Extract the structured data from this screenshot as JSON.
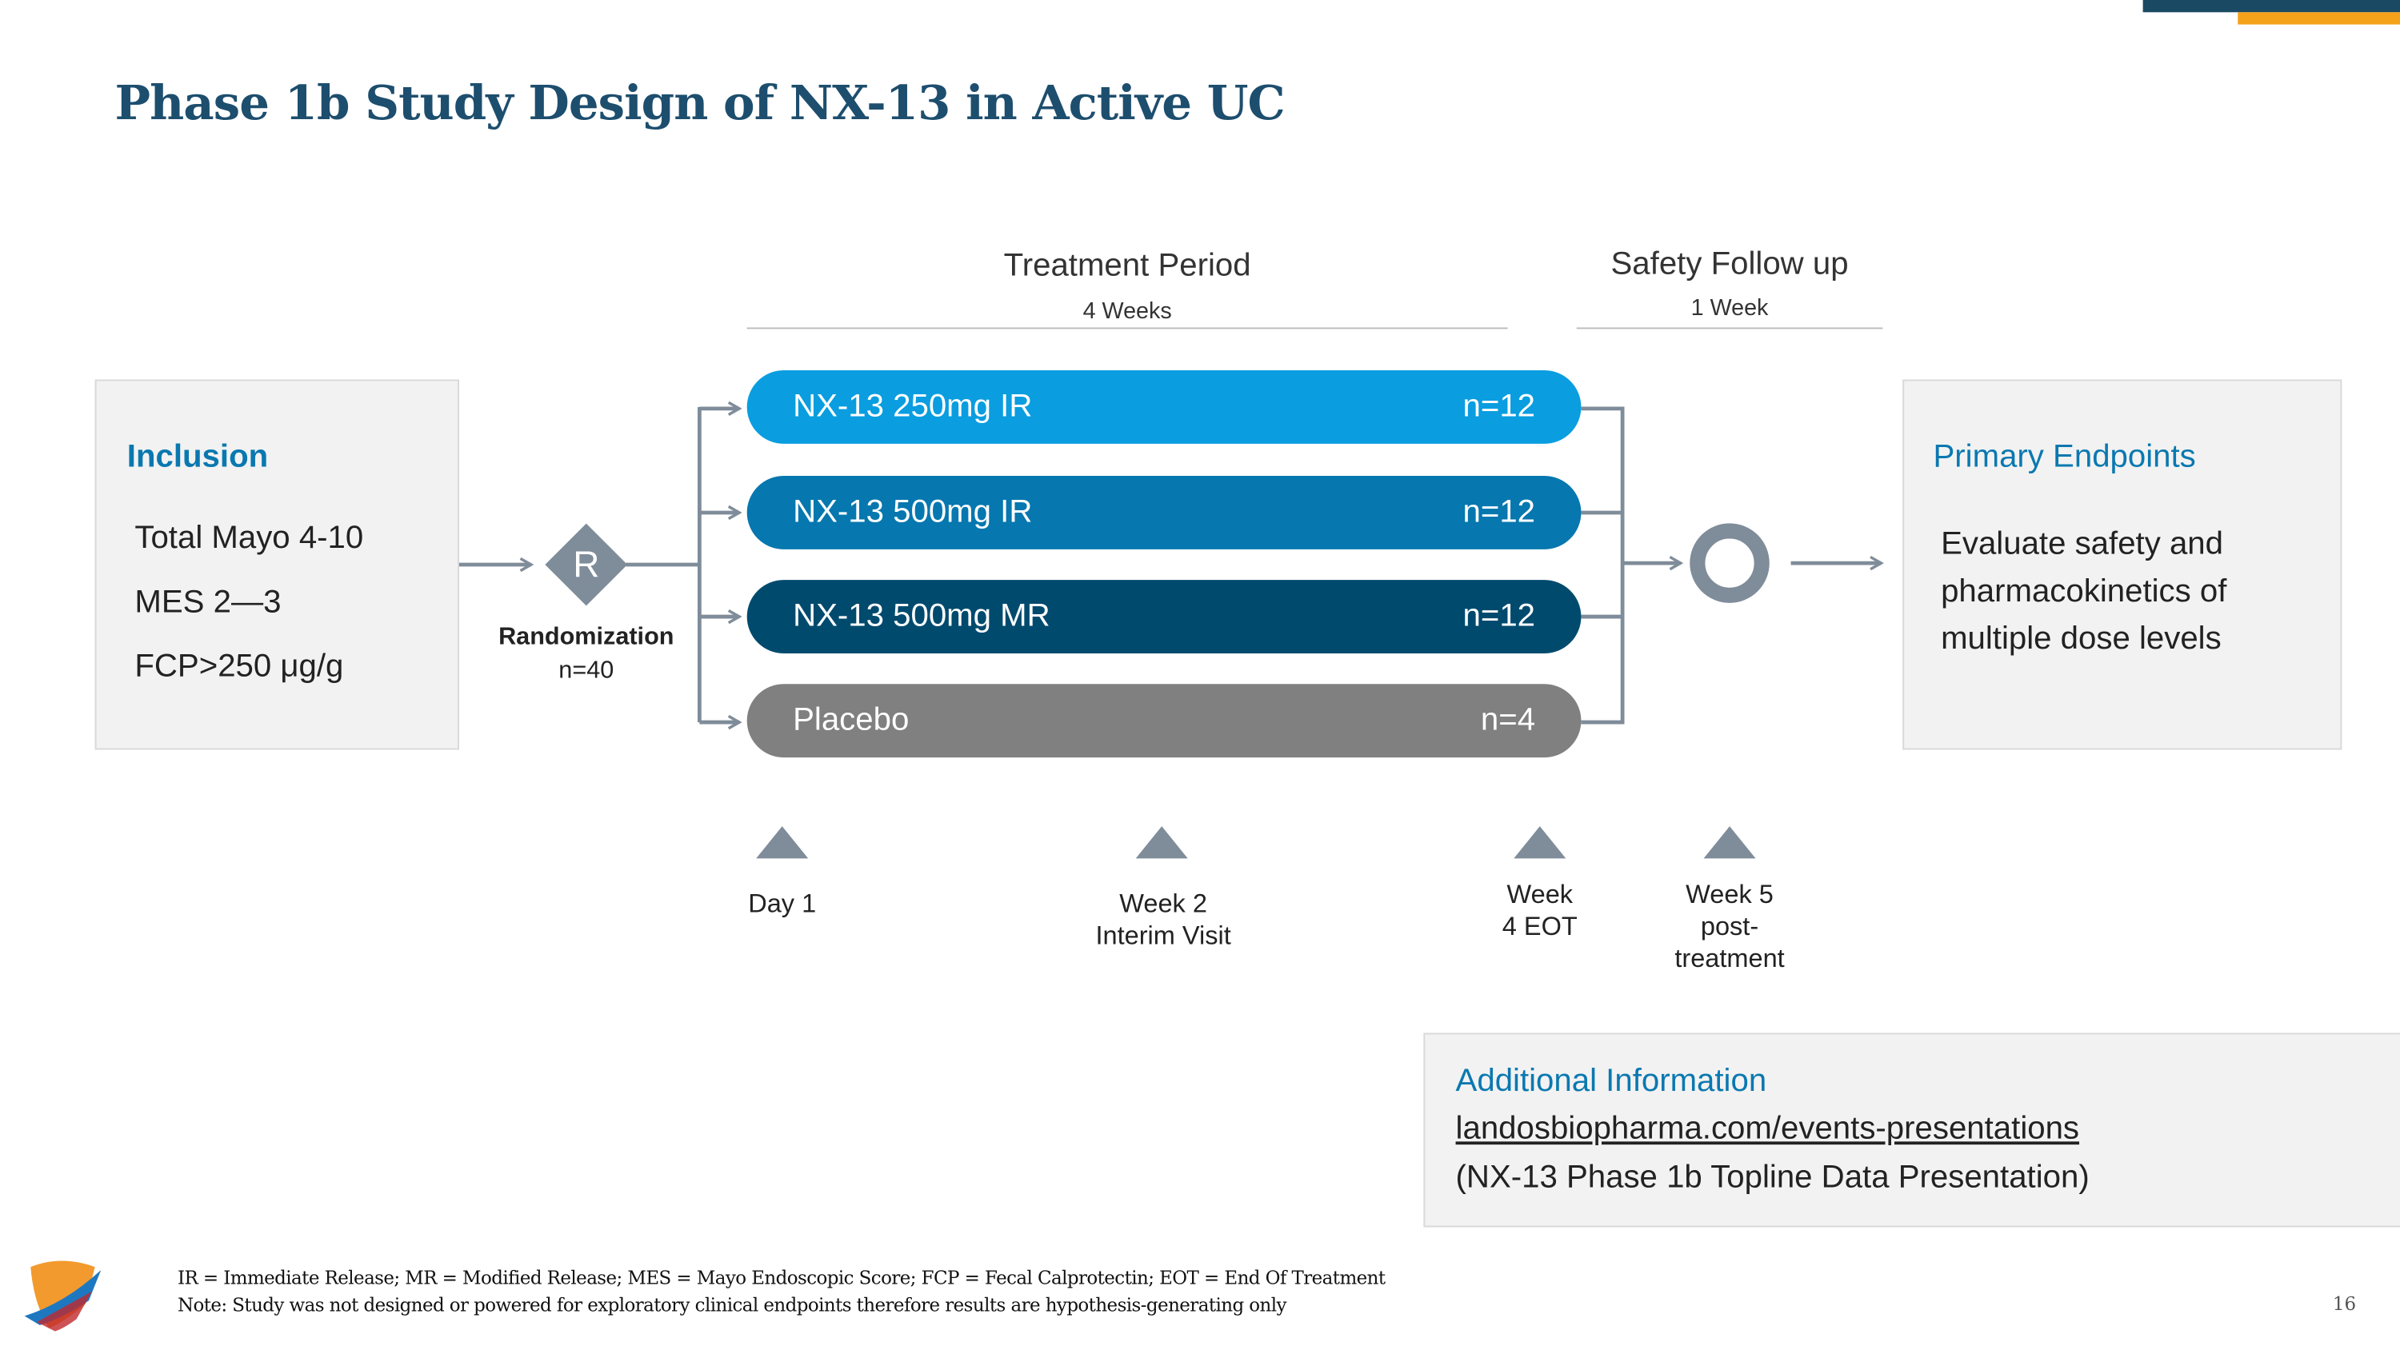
{
  "title": "Phase 1b Study Design of NX-13 in Active UC",
  "treatment": {
    "label": "Treatment Period",
    "duration": "4 Weeks"
  },
  "safety": {
    "label": "Safety Follow up",
    "duration": "1 Week"
  },
  "inclusion": {
    "heading": "Inclusion",
    "items": [
      "Total Mayo 4-10",
      "MES 2—3",
      "FCP>250 μg/g"
    ]
  },
  "randomization": {
    "symbol": "R",
    "label": "Randomization",
    "n": "n=40"
  },
  "arms": [
    {
      "name": "NX-13 250mg IR",
      "n": "n=12",
      "color": "#0a9de0"
    },
    {
      "name": "NX-13 500mg IR",
      "n": "n=12",
      "color": "#0677af"
    },
    {
      "name": "NX-13 500mg MR",
      "n": "n=12",
      "color": "#004a6e"
    },
    {
      "name": "Placebo",
      "n": "n=4",
      "color": "#808080"
    }
  ],
  "endpoints": {
    "heading": "Primary Endpoints",
    "text": "Evaluate safety and pharmacokinetics of multiple dose levels"
  },
  "milestones": [
    {
      "label": "Day 1"
    },
    {
      "label": "Week 2\nInterim Visit"
    },
    {
      "label": "Week\n4 EOT"
    },
    {
      "label": "Week 5\npost-\ntreatment"
    }
  ],
  "additional": {
    "heading": "Additional Information",
    "link": "landosbiopharma.com/events-presentations",
    "note": "(NX-13 Phase 1b Topline Data Presentation)"
  },
  "footnotes": [
    "IR = Immediate Release; MR = Modified Release; MES = Mayo Endoscopic Score; FCP = Fecal Calprotectin; EOT = End Of Treatment",
    "Note: Study was not designed or powered for exploratory clinical endpoints therefore results are hypothesis-generating only"
  ],
  "page_number": "16",
  "colors": {
    "accent_dark": "#1a4a63",
    "accent_orange": "#f5a21b",
    "connector": "#7f8c99",
    "heading_blue": "#0a78b0"
  }
}
